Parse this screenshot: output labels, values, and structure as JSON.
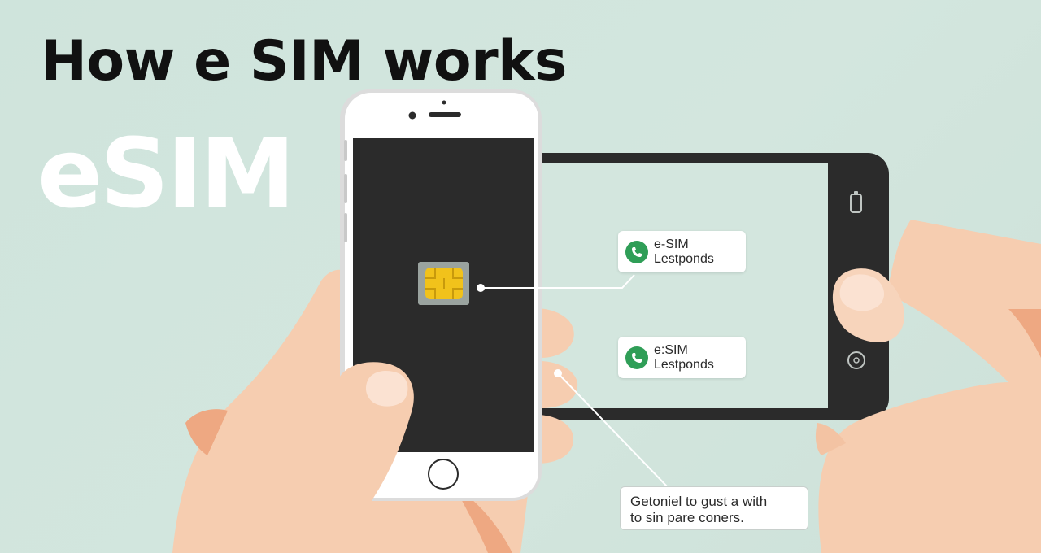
{
  "header": {
    "title": "How e SIM works",
    "big_word": "eSIM"
  },
  "cards": [
    {
      "line1": "e-SIM",
      "line2": "Lestponds",
      "icon": "phone-call-icon"
    },
    {
      "line1": "e:SIM",
      "line2": "Lestponds",
      "icon": "phone-call-icon"
    }
  ],
  "note": {
    "line1": "Getoniel to gust a with",
    "line2": "to sin pare coners."
  },
  "colors": {
    "background": "#cfe4dc",
    "phone_screen": "#2b2b2b",
    "landscape_screen": "#d3e6de",
    "phone_body": "#ffffff",
    "skin": "#f6cdb0",
    "skin_shadow": "#eea882",
    "sim_chip": "#f1c21b",
    "sim_tray": "#9aa39f",
    "call_green": "#2f9e57"
  }
}
